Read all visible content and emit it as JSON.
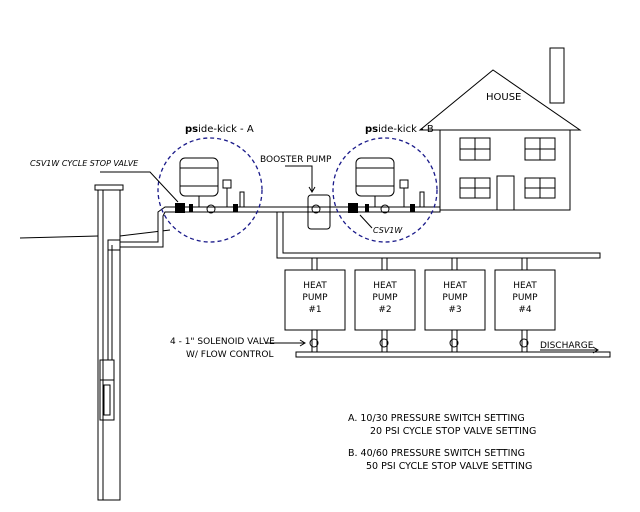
{
  "house": {
    "label": "HOUSE"
  },
  "sidekick_a": {
    "prefix": "ps",
    "label": "ide-kick - A"
  },
  "sidekick_b": {
    "prefix": "ps",
    "label": "ide-kick - B"
  },
  "booster_pump": "BOOSTER PUMP",
  "csv_cycle_stop": "CSV1W CYCLE STOP VALVE",
  "csv_b": "CSV1W",
  "heat_pumps": [
    {
      "line1": "HEAT",
      "line2": "PUMP",
      "num": "#1"
    },
    {
      "line1": "HEAT",
      "line2": "PUMP",
      "num": "#2"
    },
    {
      "line1": "HEAT",
      "line2": "PUMP",
      "num": "#3"
    },
    {
      "line1": "HEAT",
      "line2": "PUMP",
      "num": "#4"
    }
  ],
  "solenoid": {
    "line1": "4 - 1\" SOLENOID VALVE",
    "line2": "W/ FLOW CONTROL"
  },
  "discharge": "DISCHARGE",
  "notes": {
    "a1": "A.  10/30 PRESSURE SWITCH SETTING",
    "a2": "20 PSI CYCLE STOP VALVE SETTING",
    "b1": "B.  40/60 PRESSURE SWITCH SETTING",
    "b2": "50 PSI CYCLE STOP VALVE SETTING"
  }
}
